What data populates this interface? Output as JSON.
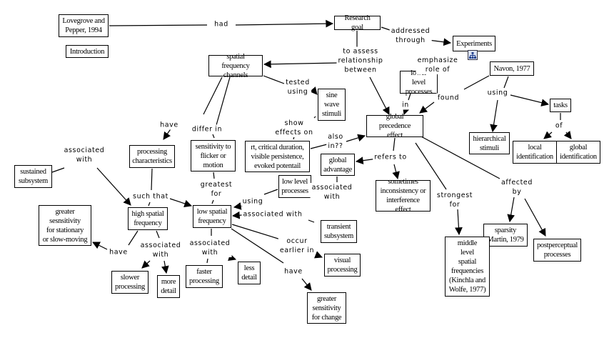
{
  "diagram": {
    "type": "concept-map",
    "nodes": {
      "lovegrove": "Lovegrove and\nPepper, 1994",
      "introduction": "Introduction",
      "research_goal": "Research goal",
      "experiments": "Experiments",
      "spatial_channels": "spatial frequency\nchannels",
      "lower_level": "lower level\nprocesses",
      "navon": "Navon, 1977",
      "sine_wave": "sine\nwave\nstimuli",
      "tasks": "tasks",
      "global_precedence": "global precedence\neffect",
      "hierarchical": "hierarchical\nstimuli",
      "local_id": "local\nidentification",
      "global_id": "global\nidentification",
      "processing_chars": "processing\ncharacteristics",
      "sensitivity_flicker": "sensitivity to\nflicker or\nmotion",
      "rt_critical": "rt, critical duration,\nvisible persistence,\nevoked potentail",
      "global_advantage": "global\nadvantage",
      "sustained": "sustained\nsubsystem",
      "low_level": "low level\nprocesses",
      "inconsistency": "sometimes\ninconsistency or\ninterference effect",
      "greater_stationary": "greater\nsesnsitivity\nfor stationary\nor slow-moving",
      "high_spatial": "high spatial\nfrequency",
      "low_spatial": "low spatial\nfrequency",
      "transient": "transient\nsubsystem",
      "sparsity": "sparsity\nMartin, 1979",
      "postperceptual": "postperceptual\nprocesses",
      "middle_level": "middle\nlevel\nspatial\nfrequencies\n(Kinchla and\nWolfe, 1977)",
      "slower": "slower\nprocessing",
      "more_detail": "more\ndetail",
      "faster": "faster\nprocessing",
      "less_detail": "less\ndetail",
      "visual_processing": "visual\nprocessing",
      "greater_change": "greater\nsensitivity\nfor change"
    },
    "links": {
      "had": "had",
      "addressed_through": "addressed\nthrough",
      "to_assess": "to assess\nrelationship\nbetween",
      "emphasize": "emphasize\nrole of",
      "tested_using": "tested\nusing",
      "in": "in",
      "found": "found",
      "using_navon": "using",
      "of": "of",
      "show_effects": "show\neffects on",
      "also_in": "also\nin??",
      "refers_to": "refers to",
      "have_pc": "have",
      "differ_in": "differ in",
      "associated_with_sust": "associated\nwith",
      "such_that": "such that",
      "greatest_for": "greatest\nfor",
      "using_low": "using",
      "associated_with_ga": "associated\nwith",
      "associated_with_trans": "associated with",
      "have_high": "have",
      "associated_with_high": "associated\nwith",
      "associated_with_low": "associated\nwith",
      "occur_earlier": "occur\nearlier in",
      "have_low": "have",
      "strongest_for": "strongest\nfor",
      "affected_by": "affected\nby"
    },
    "submap_icon": "concept-map-icon"
  }
}
